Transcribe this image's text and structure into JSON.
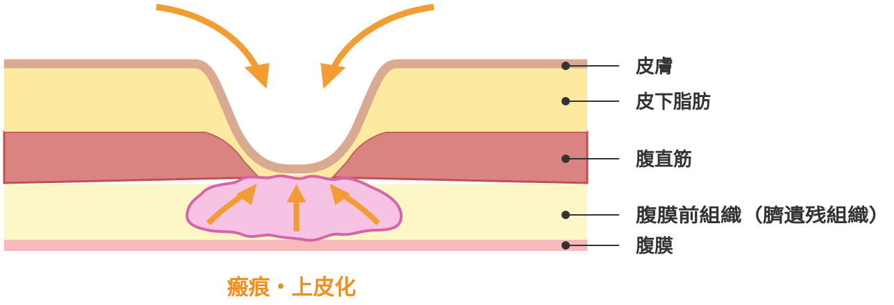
{
  "labels": {
    "skin": "皮膚",
    "subcutaneous_fat": "皮下脂肪",
    "rectus_muscle": "腹直筋",
    "preperitoneal": "腹膜前組織（臍遺残組織）",
    "peritoneum": "腹膜"
  },
  "caption": "瘢痕・上皮化",
  "colors": {
    "skin": "#d9a990",
    "fat": "#fdeaa0",
    "muscle": "#d98383",
    "muscle_edge": "#c24f4f",
    "preperitoneal": "#fdf6c6",
    "peritoneum": "#f8b9bd",
    "scar_fill": "#f7c3e4",
    "scar_edge": "#d565a8",
    "arrow": "#f39c32",
    "caption": "#f08f1b",
    "label_text": "#333333",
    "leader": "#333333"
  }
}
